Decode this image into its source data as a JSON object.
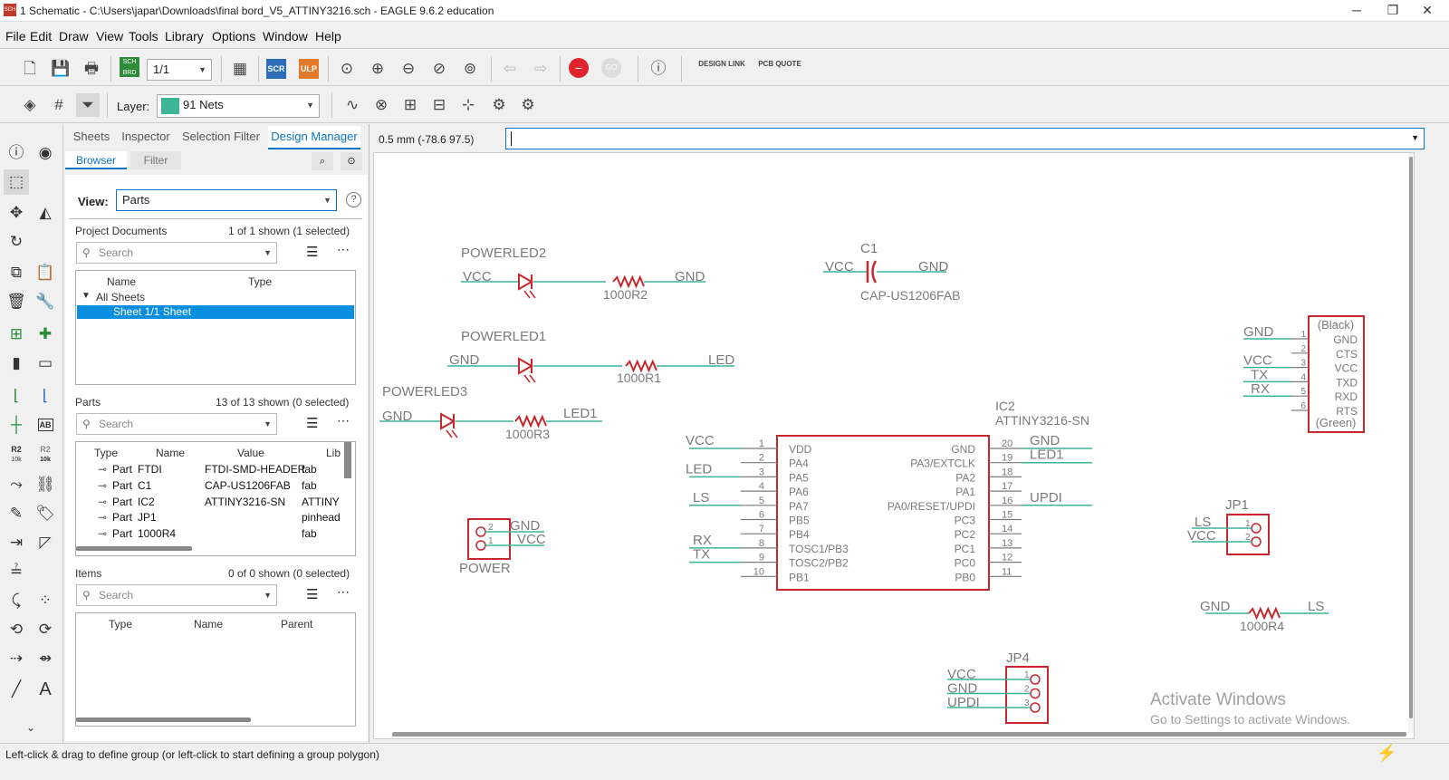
{
  "window": {
    "title": "1 Schematic - C:\\Users\\japar\\Downloads\\final bord_V5_ATTINY3216.sch - EAGLE 9.6.2 education",
    "app_icon": "SCH",
    "minimize": "─",
    "restore": "❐",
    "close": "✕"
  },
  "menu": [
    "File",
    "Edit",
    "Draw",
    "View",
    "Tools",
    "Library",
    "Options",
    "Window",
    "Help"
  ],
  "toolbar": {
    "sheet_select": "1/1",
    "design_link": "DESIGN LINK",
    "pcb_quote": "PCB QUOTE",
    "scr": "SCR",
    "ulp": "ULP",
    "sch_brd": "SCH BRD"
  },
  "layerbar": {
    "label": "Layer:",
    "layer_value": "91 Nets",
    "layer_color": "#3cb496"
  },
  "panel": {
    "tabs": [
      "Sheets",
      "Inspector",
      "Selection Filter",
      "Design Manager"
    ],
    "subtabs": [
      "Browser",
      "Filter"
    ],
    "view_label": "View:",
    "view_value": "Parts",
    "project_documents": {
      "title": "Project Documents",
      "count": "1 of 1 shown (1 selected)",
      "search_placeholder": "Search",
      "col_name": "Name",
      "col_type": "Type",
      "group": "All Sheets",
      "selected_row": "Sheet 1/1  Sheet"
    },
    "parts": {
      "title": "Parts",
      "count": "13 of 13 shown (0 selected)",
      "search_placeholder": "Search",
      "cols": [
        "Type",
        "Name",
        "Value",
        "Lib"
      ],
      "rows": [
        [
          "Part",
          "FTDI",
          "FTDI-SMD-HEADER",
          "fab"
        ],
        [
          "Part",
          "C1",
          "CAP-US1206FAB",
          "fab"
        ],
        [
          "Part",
          "IC2",
          "ATTINY3216-SN",
          "ATTINY"
        ],
        [
          "Part",
          "JP1",
          "",
          "pinhead"
        ],
        [
          "Part",
          "1000R4",
          "",
          "fab"
        ]
      ]
    },
    "items": {
      "title": "Items",
      "count": "0 of 0 shown (0 selected)",
      "search_placeholder": "Search",
      "cols": [
        "Type",
        "Name",
        "Parent"
      ]
    }
  },
  "command": {
    "coords": "0.5 mm (-78.6 97.5)",
    "input_value": ""
  },
  "status": {
    "message": "Left-click & drag to define group (or left-click to start defining a group polygon)"
  },
  "watermark": {
    "line1": "Activate Windows",
    "line2": "Go to Settings to activate Windows."
  },
  "left_tools": {
    "r2_a": "R2",
    "r2_a_sub": "10k",
    "r2_b": "R2",
    "r2_b_sub": "10k",
    "ab": "AB",
    "text": "A"
  },
  "schematic": {
    "powerled2": {
      "name": "POWERLED2",
      "res": "1000R2",
      "left": "VCC",
      "right": "GND"
    },
    "powerled1": {
      "name": "POWERLED1",
      "res": "1000R1",
      "left": "GND",
      "right": "LED"
    },
    "powerled3": {
      "name": "POWERLED3",
      "res": "1000R3",
      "left": "GND",
      "right": "LED1"
    },
    "c1": {
      "name": "C1",
      "value": "CAP-US1206FAB",
      "left": "VCC",
      "right": "GND"
    },
    "ic2": {
      "name": "IC2",
      "value": "ATTINY3216-SN",
      "left_pins": [
        [
          "1",
          "VDD",
          "VCC"
        ],
        [
          "2",
          "PA4",
          ""
        ],
        [
          "3",
          "PA5",
          "LED"
        ],
        [
          "4",
          "PA6",
          ""
        ],
        [
          "5",
          "PA7",
          "LS"
        ],
        [
          "6",
          "PB5",
          ""
        ],
        [
          "7",
          "PB4",
          ""
        ],
        [
          "8",
          "TOSC1/PB3",
          "RX"
        ],
        [
          "9",
          "TOSC2/PB2",
          "TX"
        ],
        [
          "10",
          "PB1",
          ""
        ]
      ],
      "right_pins": [
        [
          "20",
          "GND",
          "GND"
        ],
        [
          "19",
          "PA3/EXTCLK",
          "LED1"
        ],
        [
          "18",
          "PA2",
          ""
        ],
        [
          "17",
          "PA1",
          ""
        ],
        [
          "16",
          "PA0/RESET/UPDI",
          "UPDI"
        ],
        [
          "15",
          "PC3",
          ""
        ],
        [
          "14",
          "PC2",
          ""
        ],
        [
          "13",
          "PC1",
          ""
        ],
        [
          "12",
          "PC0",
          ""
        ],
        [
          "11",
          "PB0",
          ""
        ]
      ]
    },
    "ftdi": {
      "top": "(Black)",
      "bottom": "(Green)",
      "pins": [
        [
          "1",
          "GND",
          "GND"
        ],
        [
          "2",
          "CTS",
          ""
        ],
        [
          "3",
          "VCC",
          "VCC"
        ],
        [
          "4",
          "TXD",
          "TX"
        ],
        [
          "5",
          "RXD",
          "RX"
        ],
        [
          "6",
          "RTS",
          ""
        ]
      ]
    },
    "power": {
      "name": "POWER",
      "pins": [
        [
          "2",
          "GND"
        ],
        [
          "1",
          "VCC"
        ]
      ]
    },
    "jp1": {
      "name": "JP1",
      "pins": [
        [
          "1",
          "LS"
        ],
        [
          "2",
          "VCC"
        ]
      ]
    },
    "r4": {
      "name": "1000R4",
      "left": "GND",
      "right": "LS"
    },
    "jp4": {
      "name": "JP4",
      "pins": [
        [
          "1",
          "VCC"
        ],
        [
          "2",
          "GND"
        ],
        [
          "3",
          "UPDI"
        ]
      ]
    }
  }
}
